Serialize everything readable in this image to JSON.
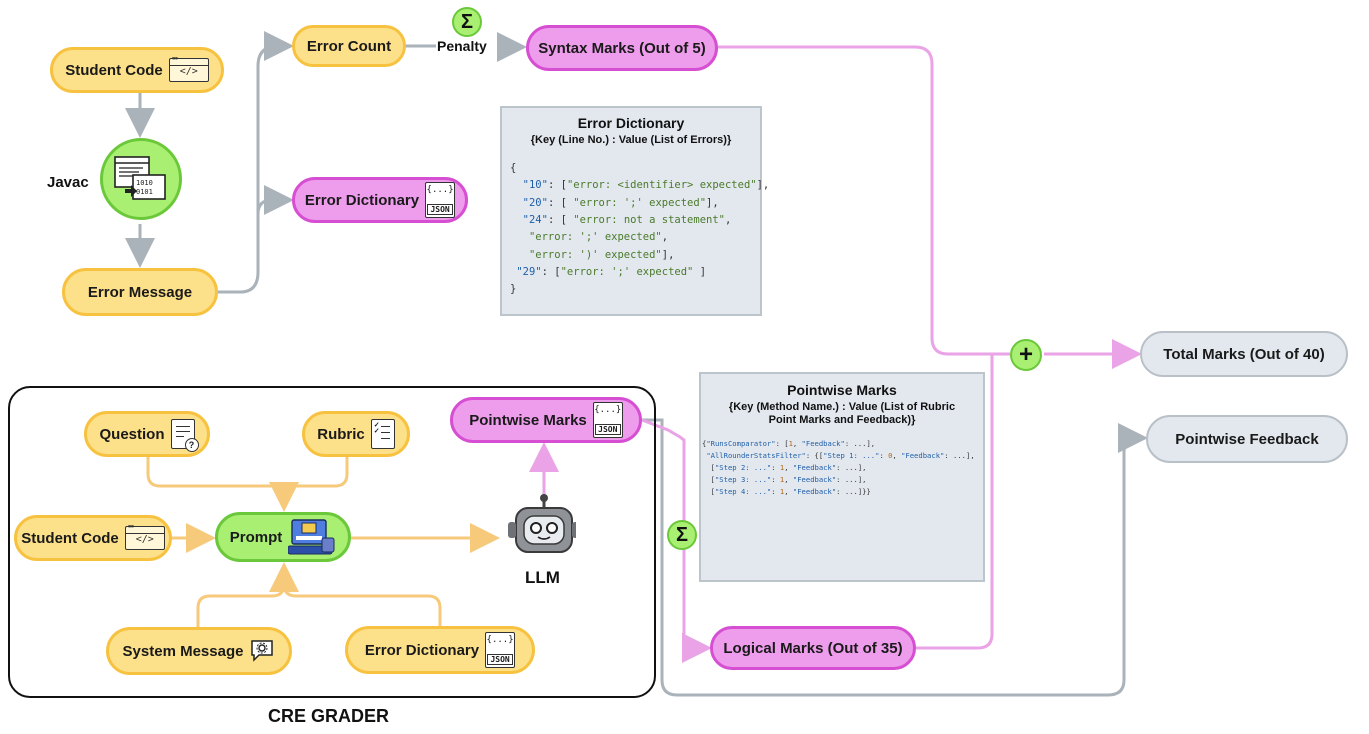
{
  "nodes": {
    "student_code_top": "Student Code",
    "javac": "Javac",
    "error_message": "Error Message",
    "error_count": "Error Count",
    "penalty": "Penalty",
    "syntax_marks": "Syntax Marks (Out of 5)",
    "error_dictionary_top": "Error Dictionary",
    "total_marks": "Total Marks (Out of 40)",
    "pointwise_feedback": "Pointwise Feedback",
    "pointwise_marks": "Pointwise Marks",
    "logical_marks": "Logical Marks (Out of 35)",
    "question": "Question",
    "rubric": "Rubric",
    "student_code_bottom": "Student Code",
    "prompt": "Prompt",
    "llm": "LLM",
    "system_message": "System Message",
    "error_dictionary_bottom": "Error Dictionary",
    "grader_caption": "CRE GRADER"
  },
  "symbols": {
    "sum": "Σ",
    "plus": "+",
    "code_tag": "</>",
    "json_tag": "JSON",
    "json_brace": "{...}"
  },
  "error_dict_panel": {
    "title": "Error Dictionary",
    "subtitle": "{Key (Line No.) : Value (List of Errors)}",
    "lines": [
      "{",
      "  \"10\": [\"error: <identifier> expected\"],",
      "  \"20\": [ \"error: ';' expected\"],",
      "  \"24\": [ \"error: not a statement\",",
      "   \"error: ';' expected\",",
      "   \"error: ')' expected\"],",
      " \"29\": [\"error: ';' expected\" ]",
      "}"
    ]
  },
  "pointwise_panel": {
    "title": "Pointwise Marks",
    "subtitle_line1": "{Key (Method Name.) : Value (List of Rubric",
    "subtitle_line2": "Point Marks and Feedback)}",
    "lines": [
      "{\"RunsComparator\": [1, \"Feedback\": ...],",
      " \"AllRounderStatsFilter\": {[\"Step 1: ...\": 0, \"Feedback\": ...],",
      "  [\"Step 2: ...\": 1, \"Feedback\": ...],",
      "  [\"Step 3: ...\": 1, \"Feedback\": ...],",
      "  [\"Step 4: ...\": 1, \"Feedback\": ...]}}"
    ]
  },
  "colors": {
    "yellow_fill": "#fde08a",
    "yellow_border": "#f7c240",
    "pink_fill": "#ee9cec",
    "pink_border": "#d64fd3",
    "green_fill": "#a8ef72",
    "gray_fill": "#e3e8ee",
    "gray_arrow": "#aab2ba",
    "pink_arrow": "#e9a3e6",
    "orange_arrow": "#f7c97a"
  }
}
